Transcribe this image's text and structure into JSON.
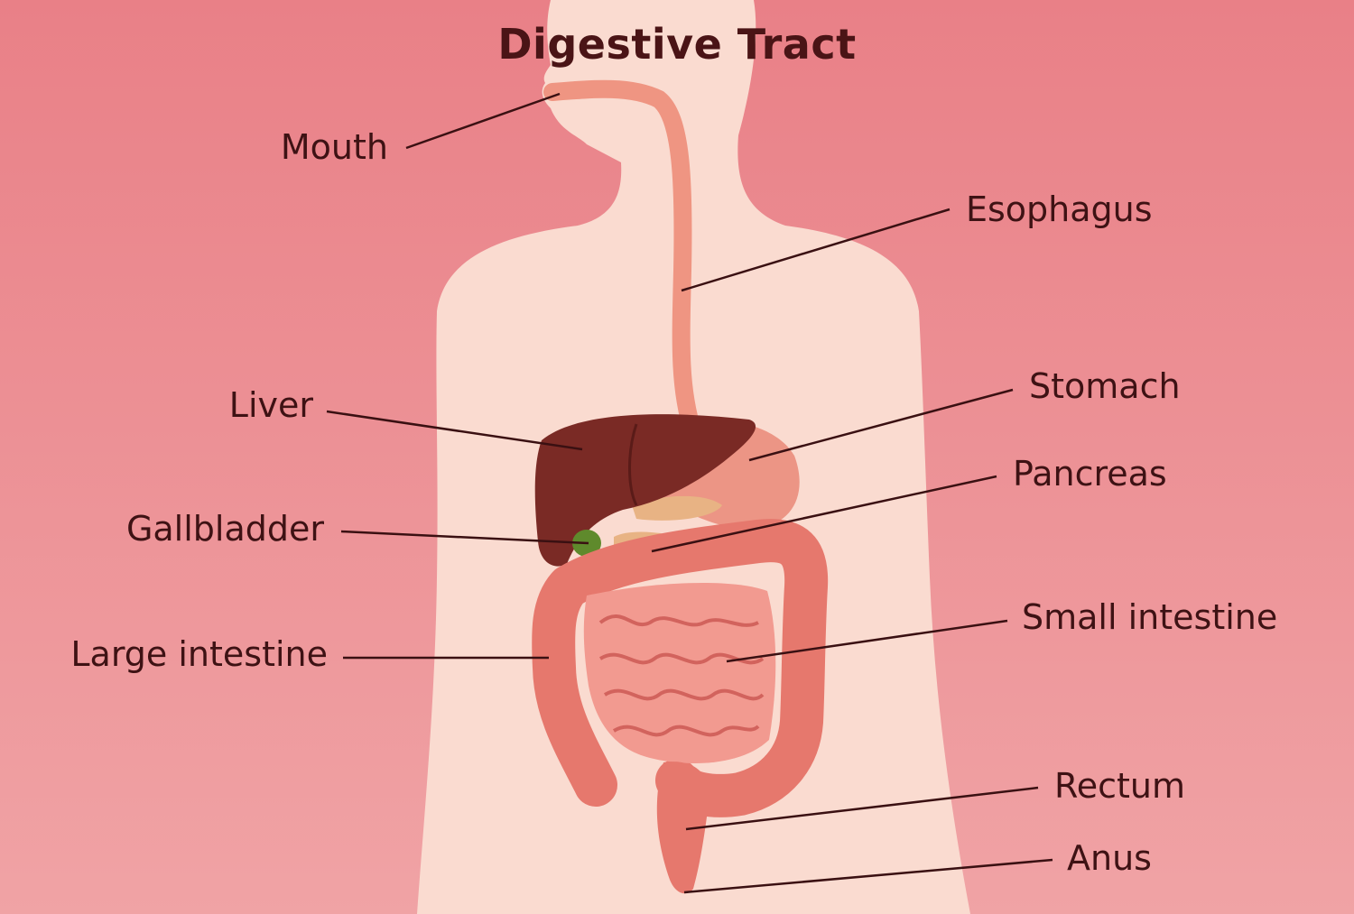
{
  "title": "Digestive Tract",
  "labels": {
    "mouth": "Mouth",
    "esophagus": "Esophagus",
    "liver": "Liver",
    "stomach": "Stomach",
    "pancreas": "Pancreas",
    "gallbladder": "Gallbladder",
    "large_intestine": "Large intestine",
    "small_intestine": "Small intestine",
    "rectum": "Rectum",
    "anus": "Anus"
  },
  "colors": {
    "background": "#e98a8f",
    "body": "#fadbd0",
    "liver": "#7a2a25",
    "stomach": "#ec9585",
    "intestine": "#e6786d",
    "pancreas": "#e8b384",
    "gallbladder": "#5f8a2c",
    "text": "#3e1214"
  }
}
